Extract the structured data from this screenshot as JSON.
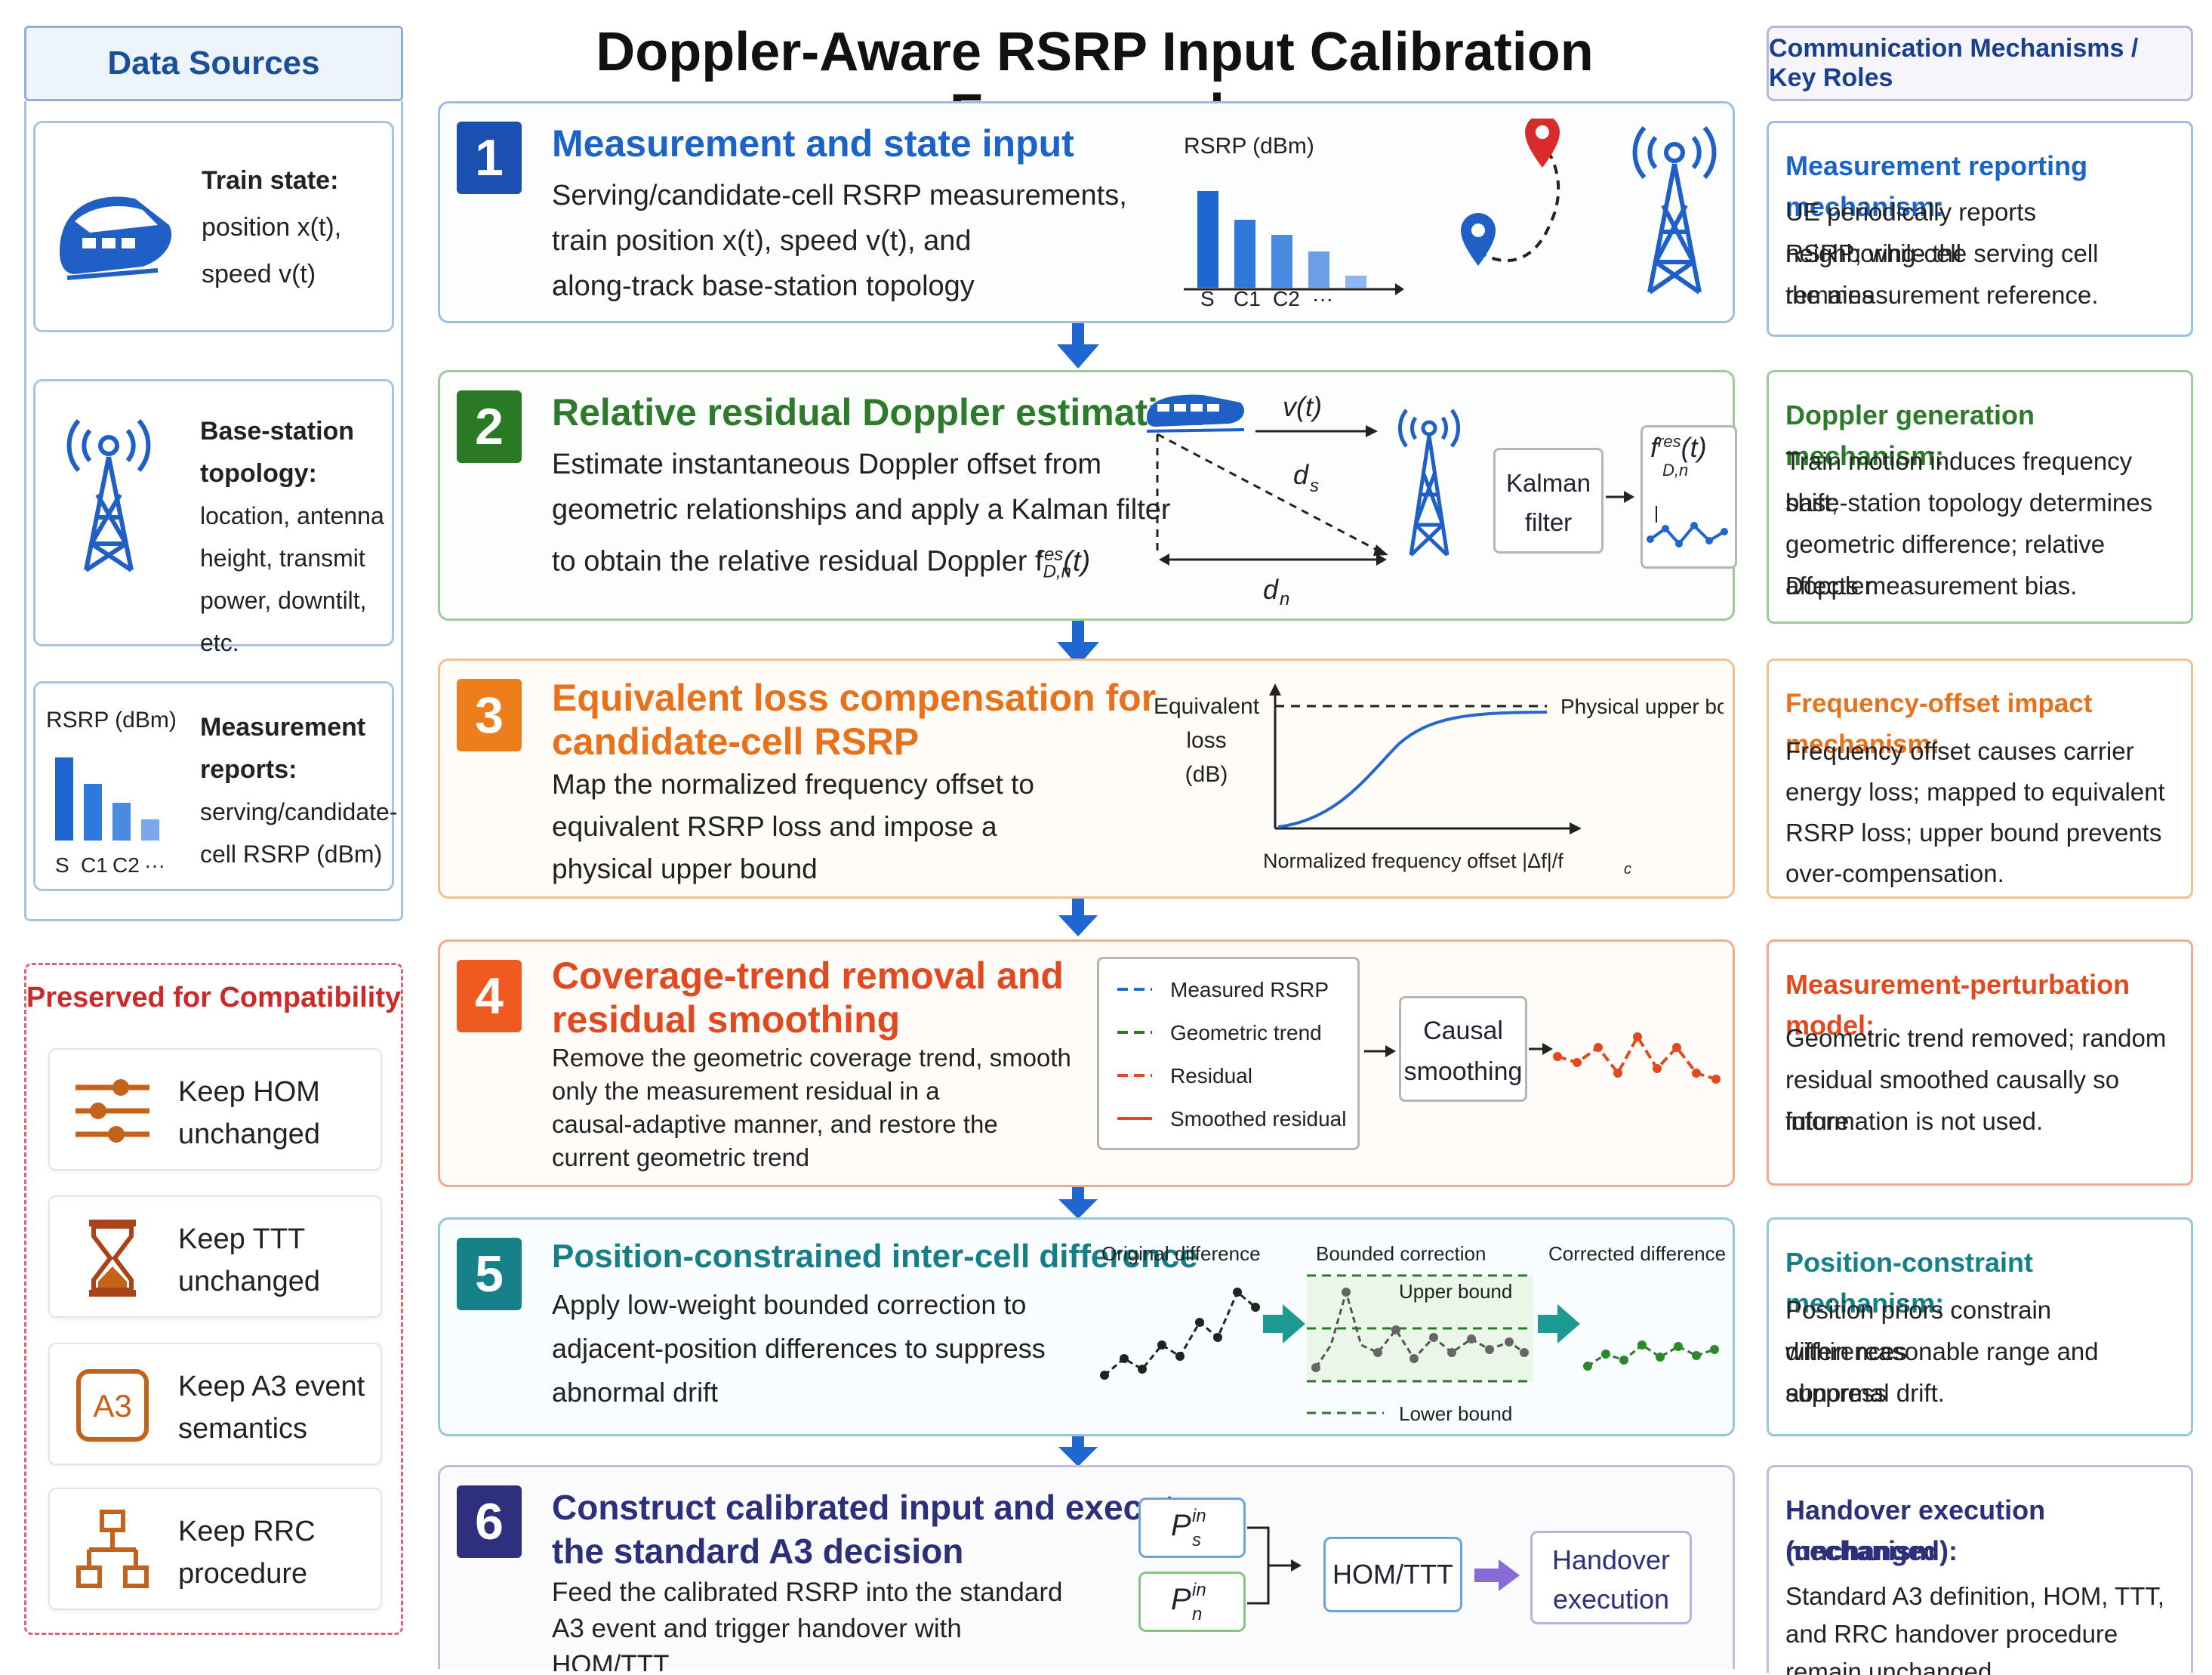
{
  "title": "Doppler-Aware RSRP Input Calibration Framework",
  "data_sources": {
    "header": "Data Sources",
    "train": {
      "label": "Train state:",
      "line1": "position x(t),",
      "line2": "speed v(t)",
      "icon": "train-icon"
    },
    "base_station": {
      "label1": "Base-station",
      "label2": "topology:",
      "line1": "location, antenna",
      "line2": "height, transmit",
      "line3": "power, downtilt, etc.",
      "icon": "tower-icon"
    },
    "reports": {
      "label1": "Measurement",
      "label2": "reports:",
      "line1": "serving/candidate-",
      "line2": "cell RSRP (dBm)",
      "chart_title": "RSRP (dBm)",
      "ticks": [
        "S",
        "C1",
        "C2",
        "···"
      ]
    }
  },
  "compat": {
    "title": "Preserved for Compatibility",
    "items": [
      {
        "line1": "Keep HOM",
        "line2": "unchanged",
        "icon": "sliders-icon"
      },
      {
        "line1": "Keep TTT",
        "line2": "unchanged",
        "icon": "hourglass-icon"
      },
      {
        "line1": "Keep A3 event",
        "line2": "semantics",
        "icon": "a3-icon",
        "badge": "A3"
      },
      {
        "line1": "Keep RRC",
        "line2": "procedure",
        "icon": "hierarchy-icon"
      }
    ]
  },
  "steps": [
    {
      "num": "1",
      "title": "Measurement and state input",
      "desc": [
        "Serving/candidate-cell RSRP measurements,",
        "train position x(t), speed v(t), and",
        "along-track base-station topology"
      ],
      "chart_title": "RSRP (dBm)",
      "ticks": [
        "S",
        "C1",
        "C2",
        "···"
      ]
    },
    {
      "num": "2",
      "title": "Relative residual Doppler estimation",
      "desc": [
        "Estimate instantaneous Doppler offset from",
        "geometric relationships and apply a Kalman filter",
        "to obtain the relative residual Doppler f"
      ],
      "desc_end": "(t)",
      "sym_f": "f",
      "sup_res": "res",
      "sub_dn": "D,n",
      "v_label": "v(t)",
      "ds_label": "d",
      "ds_sub": "s",
      "dn_label": "d",
      "dn_sub": "n",
      "kalman1": "Kalman",
      "kalman2": "filter"
    },
    {
      "num": "3",
      "title1": "Equivalent loss compensation for",
      "title2": "candidate-cell RSRP",
      "desc": [
        "Map the normalized frequency offset to",
        "equivalent RSRP loss and impose a",
        "physical upper bound"
      ],
      "ylabel": [
        "Equivalent",
        "loss",
        "(dB)"
      ],
      "upper": "Physical upper bound",
      "xlabel": "Normalized frequency offset |Δf|/f",
      "xlabel_sub": "c"
    },
    {
      "num": "4",
      "title1": "Coverage-trend removal and",
      "title2": "residual smoothing",
      "desc": [
        "Remove the geometric coverage trend, smooth",
        "only the measurement residual in a",
        "causal-adaptive manner, and restore the",
        "current geometric trend"
      ],
      "legend": [
        "Measured RSRP",
        "Geometric trend",
        "Residual",
        "Smoothed residual"
      ],
      "box1": "Causal",
      "box2": "smoothing"
    },
    {
      "num": "5",
      "title": "Position-constrained inter-cell difference",
      "desc": [
        "Apply low-weight bounded correction to",
        "adjacent-position differences to suppress",
        "abnormal drift"
      ],
      "labels": [
        "Original difference",
        "Bounded correction",
        "Corrected difference"
      ],
      "upper": "Upper bound",
      "lower": "Lower bound"
    },
    {
      "num": "6",
      "title1": "Construct calibrated input and execute",
      "title2": "the standard A3 decision",
      "desc": [
        "Feed the calibrated RSRP into the standard",
        "A3 event and trigger handover with",
        "HOM/TTT"
      ],
      "ps": "P",
      "ps_sup": "in",
      "ps_sub": "s",
      "pn": "P",
      "pn_sup": "in",
      "pn_sub": "n",
      "hom": "HOM/TTT",
      "exec1": "Handover",
      "exec2": "execution"
    }
  ],
  "mechanisms": {
    "header": "Communication Mechanisms / Key Roles",
    "items": [
      {
        "title": "Measurement reporting mechanism:",
        "text": [
          "UE periodically reports neighboring-cell",
          "RSRP; while the serving cell remains",
          "the measurement reference."
        ]
      },
      {
        "title": "Doppler generation mechanism:",
        "text": [
          "Train motion induces frequency shift;",
          "base-station topology determines",
          "geometric difference; relative Doppler",
          "affects measurement bias."
        ]
      },
      {
        "title": "Frequency-offset impact mechanism:",
        "text": [
          "Frequency offset causes carrier",
          "energy loss; mapped to equivalent",
          "RSRP loss; upper bound prevents",
          "over-compensation."
        ]
      },
      {
        "title": "Measurement-perturbation model:",
        "text": [
          "Geometric trend removed; random",
          "residual smoothed causally so future",
          "information is not used."
        ]
      },
      {
        "title": "Position-constraint mechanism:",
        "text": [
          "Position priors constrain differences",
          "within reasonable range and suppress",
          "abnormal drift."
        ]
      },
      {
        "title1": "Handover execution mechanism",
        "title2": "(unchanged):",
        "text": [
          "Standard A3 definition, HOM, TTT,",
          "and RRC handover procedure",
          "remain unchanged."
        ]
      }
    ]
  },
  "colors": {
    "blue": "#1b63c6",
    "green": "#2d7a2a",
    "orange": "#e8711c",
    "red": "#e04a1e",
    "teal": "#167e86",
    "navy": "#2c2f7a",
    "arrow": "#1f66d0"
  }
}
